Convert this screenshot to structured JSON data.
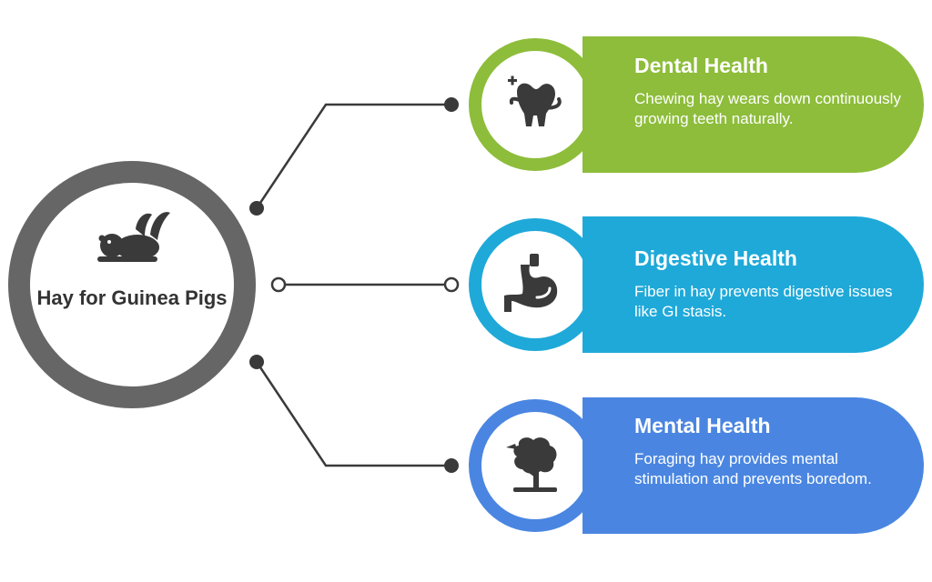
{
  "center": {
    "title": "Hay for Guinea Pigs",
    "icon": "guinea-pig-icon",
    "ring_color": "#666666"
  },
  "items": [
    {
      "title": "Dental Health",
      "description": "Chewing hay wears down continuously growing teeth naturally.",
      "icon": "tooth-icon",
      "color": "#8dbd3a"
    },
    {
      "title": "Digestive Health",
      "description": "Fiber in hay prevents digestive issues like GI stasis.",
      "icon": "stomach-icon",
      "color": "#1fa9d9"
    },
    {
      "title": "Mental Health",
      "description": "Foraging hay provides mental stimulation and prevents boredom.",
      "icon": "brain-tree-icon",
      "color": "#4a86e1"
    }
  ]
}
